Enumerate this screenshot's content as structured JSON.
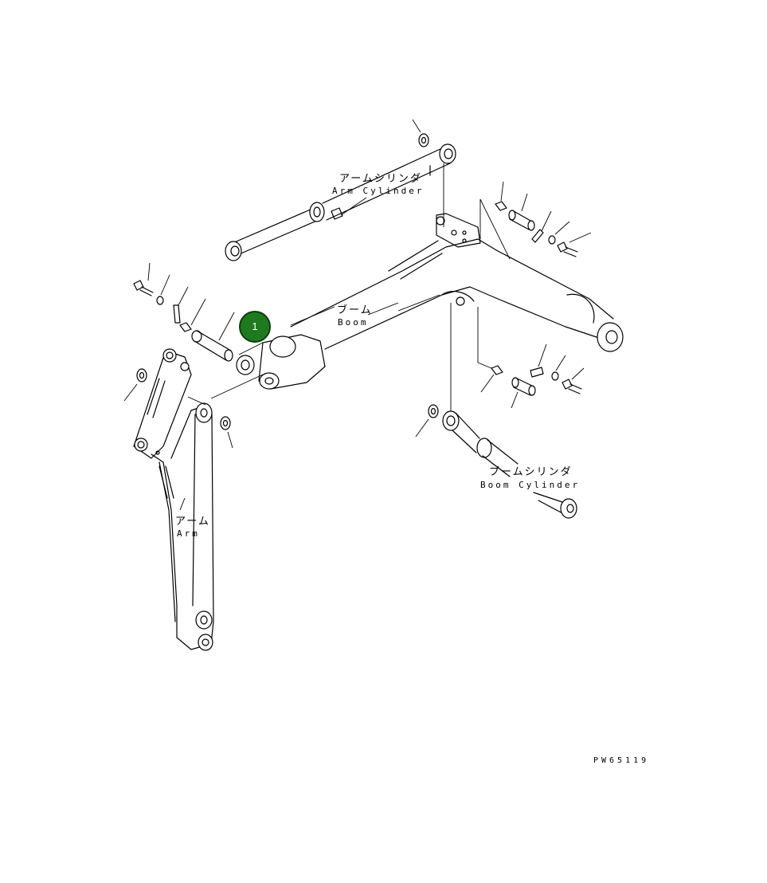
{
  "labels": {
    "arm_cylinder_jp": "アームシリンダ",
    "arm_cylinder_en": "Arm Cylinder",
    "boom_jp": "ブーム",
    "boom_en": "Boom",
    "arm_jp": "アーム",
    "arm_en": "Arm",
    "boom_cylinder_jp": "ブームシリンダ",
    "boom_cylinder_en": "Boom Cylinder"
  },
  "drawing_code": "PW65119",
  "callouts": [
    {
      "number": "1",
      "color": "#1f7a1f"
    }
  ]
}
